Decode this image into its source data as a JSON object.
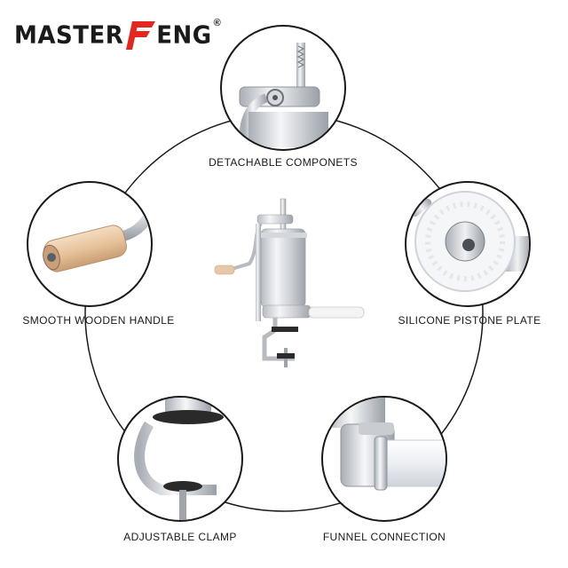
{
  "brand": {
    "word_left": "MASTER",
    "word_right": "ENG",
    "registered": "®",
    "accent_color": "#e5261f"
  },
  "features": [
    {
      "label": "DETACHABLE COMPONETS",
      "icon": "detachable-components-closeup"
    },
    {
      "label": "SMOOTH WOODEN HANDLE",
      "icon": "wooden-handle-closeup"
    },
    {
      "label": "SILICONE PISTONE PLATE",
      "icon": "silicone-piston-plate-closeup"
    },
    {
      "label": "ADJUSTABLE CLAMP",
      "icon": "adjustable-clamp-closeup"
    },
    {
      "label": "FUNNEL CONNECTION",
      "icon": "funnel-connection-closeup"
    }
  ]
}
